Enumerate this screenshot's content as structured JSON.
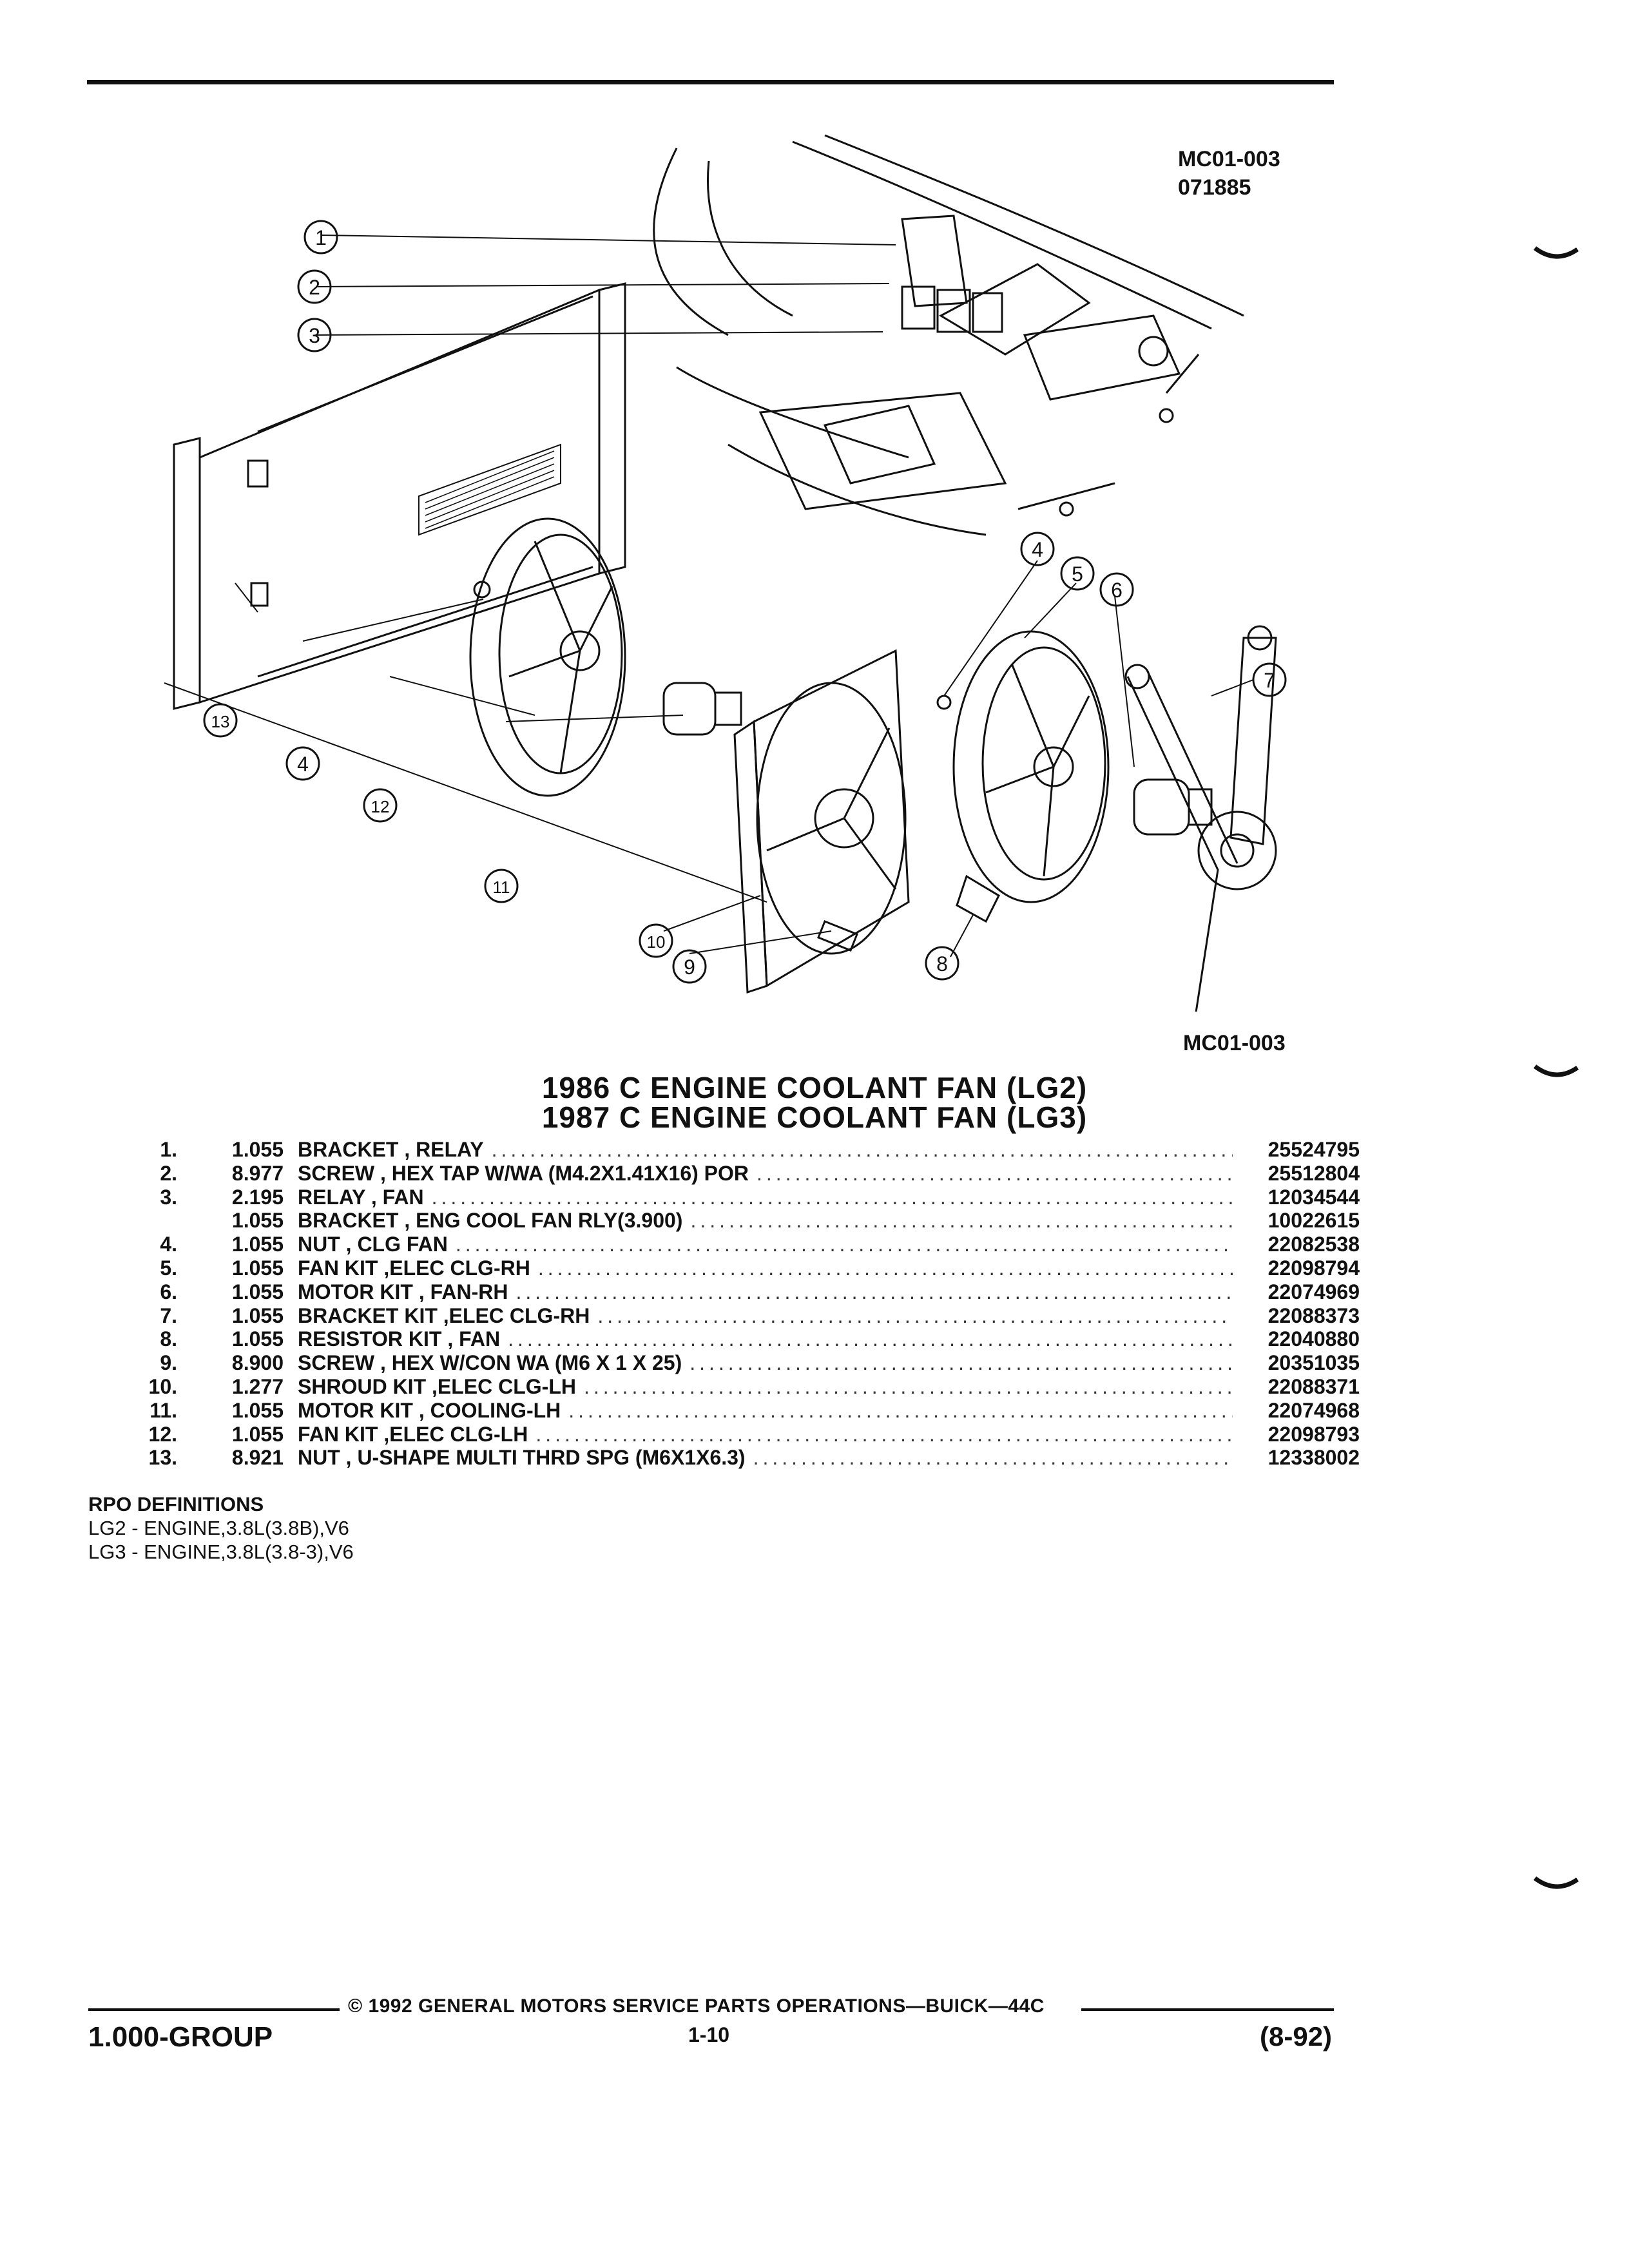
{
  "figure": {
    "ref_top": [
      "MC01-003",
      "071885"
    ],
    "ref_bottom": "MC01-003"
  },
  "callouts": [
    "1",
    "2",
    "3",
    "4",
    "5",
    "6",
    "7",
    "8",
    "9",
    "10",
    "11",
    "12",
    "13",
    "4"
  ],
  "titles": [
    "1986 C ENGINE COOLANT FAN (LG2)",
    "1987 C ENGINE COOLANT FAN (LG3)"
  ],
  "parts": [
    {
      "num": "1.",
      "qty": "1.055",
      "desc": "BRACKET , RELAY",
      "pn": "25524795"
    },
    {
      "num": "2.",
      "qty": "8.977",
      "desc": "SCREW , HEX TAP W/WA (M4.2X1.41X16) POR",
      "pn": "25512804"
    },
    {
      "num": "3.",
      "qty": "2.195",
      "desc": "RELAY , FAN",
      "pn": "12034544"
    },
    {
      "num": "",
      "qty": "1.055",
      "desc": "BRACKET , ENG COOL FAN RLY(3.900)",
      "pn": "10022615"
    },
    {
      "num": "4.",
      "qty": "1.055",
      "desc": "NUT , CLG FAN",
      "pn": "22082538"
    },
    {
      "num": "5.",
      "qty": "1.055",
      "desc": "FAN KIT ,ELEC CLG-RH",
      "pn": "22098794"
    },
    {
      "num": "6.",
      "qty": "1.055",
      "desc": "MOTOR KIT , FAN-RH",
      "pn": "22074969"
    },
    {
      "num": "7.",
      "qty": "1.055",
      "desc": "BRACKET KIT ,ELEC CLG-RH",
      "pn": "22088373"
    },
    {
      "num": "8.",
      "qty": "1.055",
      "desc": "RESISTOR KIT , FAN",
      "pn": "22040880"
    },
    {
      "num": "9.",
      "qty": "8.900",
      "desc": "SCREW , HEX W/CON WA (M6 X 1 X 25)",
      "pn": "20351035"
    },
    {
      "num": "10.",
      "qty": "1.277",
      "desc": "SHROUD KIT ,ELEC CLG-LH",
      "pn": "22088371"
    },
    {
      "num": "11.",
      "qty": "1.055",
      "desc": "MOTOR KIT , COOLING-LH",
      "pn": "22074968"
    },
    {
      "num": "12.",
      "qty": "1.055",
      "desc": "FAN KIT ,ELEC CLG-LH",
      "pn": "22098793"
    },
    {
      "num": "13.",
      "qty": "8.921",
      "desc": "NUT , U-SHAPE MULTI THRD SPG (M6X1X6.3)",
      "pn": "12338002"
    }
  ],
  "rpo": {
    "heading": "RPO DEFINITIONS",
    "items": [
      "LG2 - ENGINE,3.8L(3.8B),V6",
      "LG3 - ENGINE,3.8L(3.8-3),V6"
    ]
  },
  "footer": {
    "copyright": "© 1992 GENERAL MOTORS SERVICE PARTS OPERATIONS—BUICK—44C",
    "group": "1.000-GROUP",
    "page": "1-10",
    "date": "(8-92)"
  }
}
